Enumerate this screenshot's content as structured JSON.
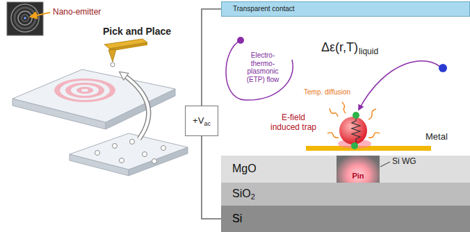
{
  "diagram": {
    "nodes": [
      {
        "text": [
          "Transparent contact"
        ]
      },
      {
        "text": [
          "+V",
          "ac"
        ]
      },
      {
        "text": [
          "Metal"
        ]
      },
      {
        "text": [
          "MgO"
        ]
      },
      {
        "text": [
          "Pin",
          "Si WG"
        ],
        "in": 3
      },
      {
        "text": [
          "SiO",
          "2"
        ]
      },
      {
        "text": [
          "Si"
        ]
      }
    ],
    "edges": [
      {
        "from": 1,
        "to": 0,
        "arrow": "none"
      },
      {
        "from": 1,
        "to": 6,
        "arrow": "none"
      }
    ],
    "labels": [
      "Nano-emitter",
      "Pick and Place",
      "Electro- thermo- plasmonic (ETP) flow",
      "Δε(r,T)",
      "liquid",
      "Temp. diffusion",
      "E-field induced trap"
    ]
  }
}
